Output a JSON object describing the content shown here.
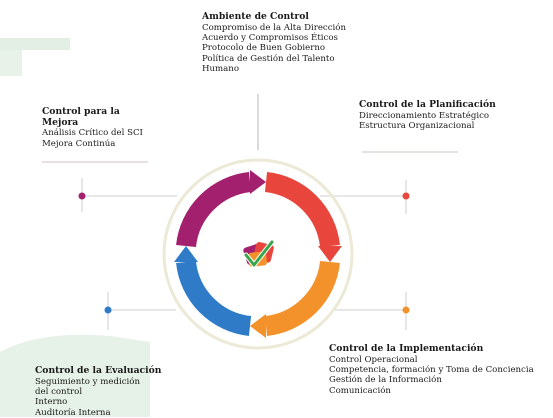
{
  "center_icon": "checkmark-badge-icon",
  "colors": {
    "ring_magenta": "#a3206e",
    "ring_red": "#e8453c",
    "ring_orange": "#f3922b",
    "ring_blue": "#2f7bc8",
    "connector": "#b5b5b5",
    "dot_magenta": "#a3206e",
    "dot_red": "#e8453c",
    "dot_blue": "#2f7bc8",
    "dot_orange": "#f3922b",
    "bg_green": "#e3efe4",
    "outer_ring": "#ece9d6"
  },
  "blocks": {
    "top": {
      "title": "Ambiente de Control",
      "items": [
        "Compromiso de la Alta Dirección",
        "Acuerdo y Compromisos Éticos",
        "Protocolo de Buen Gobierno",
        "Política de Gestión del Talento",
        "Humano"
      ]
    },
    "left": {
      "title": "Control para la Mejora",
      "items": [
        "Análisis Crítico del SCI",
        "Mejora Continúa"
      ]
    },
    "right": {
      "title": "Control de la Planificación",
      "items": [
        "Direccionamiento Estratégico",
        "Estructura Organizacional"
      ]
    },
    "bottom_right": {
      "title": "Control de la Implementación",
      "items": [
        "Control Operacional",
        "Competencia, formación y Toma de Conciencia",
        "Gestión de la Información",
        "Comunicación"
      ]
    },
    "bottom_left": {
      "title": "Control de la Evaluación",
      "items": [
        "Seguimiento y medición del control",
        "Interno",
        "Auditoría Interna"
      ]
    }
  }
}
